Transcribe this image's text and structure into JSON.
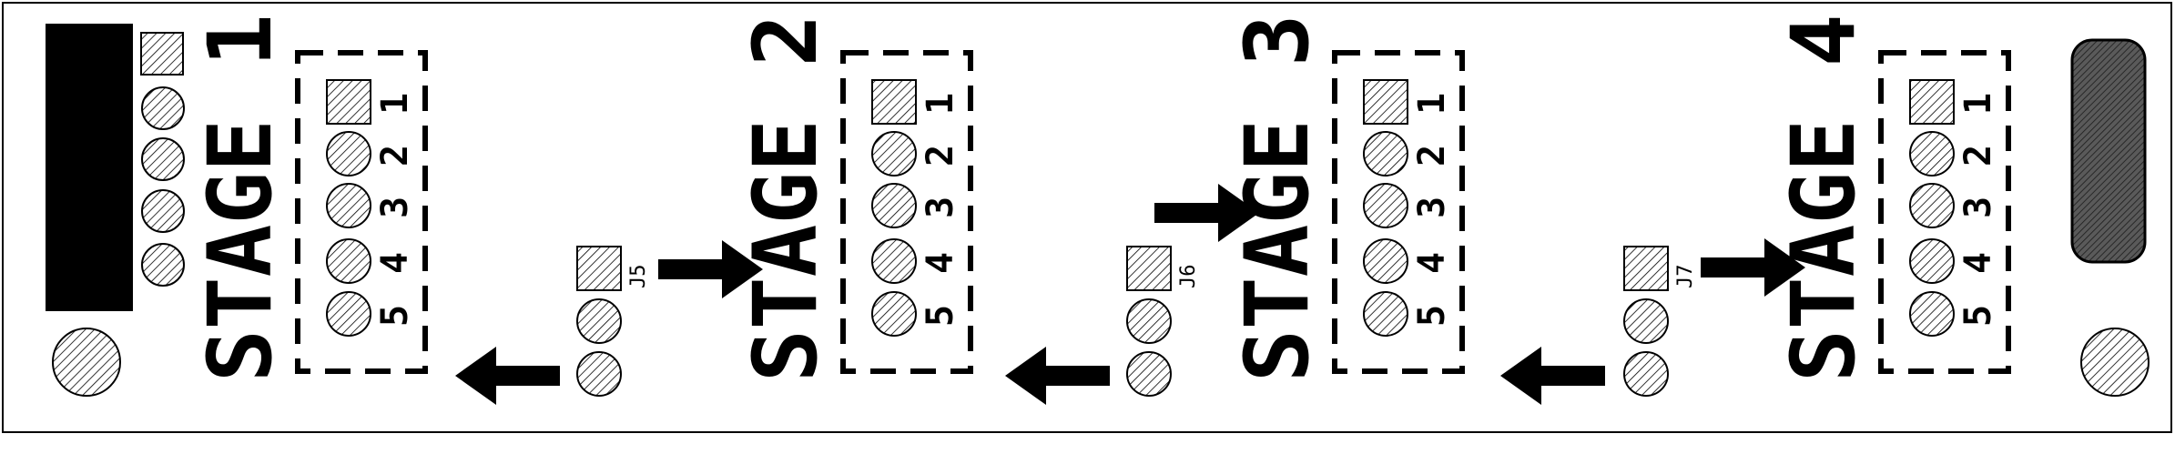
{
  "board": {
    "stages": [
      {
        "label": "STAGE 1",
        "pins": [
          "1",
          "2",
          "3",
          "4",
          "5"
        ]
      },
      {
        "label": "STAGE 2",
        "pins": [
          "1",
          "2",
          "3",
          "4",
          "5"
        ]
      },
      {
        "label": "STAGE 3",
        "pins": [
          "1",
          "2",
          "3",
          "4",
          "5"
        ]
      },
      {
        "label": "STAGE 4",
        "pins": [
          "1",
          "2",
          "3",
          "4",
          "5"
        ]
      }
    ],
    "connectors": [
      {
        "ref": "J5"
      },
      {
        "ref": "J6"
      },
      {
        "ref": "J7"
      }
    ],
    "colors": {
      "background": "#ffffff",
      "ink": "#000000",
      "pad_hatch": "#000000",
      "knob": "#4a4a4a"
    }
  }
}
